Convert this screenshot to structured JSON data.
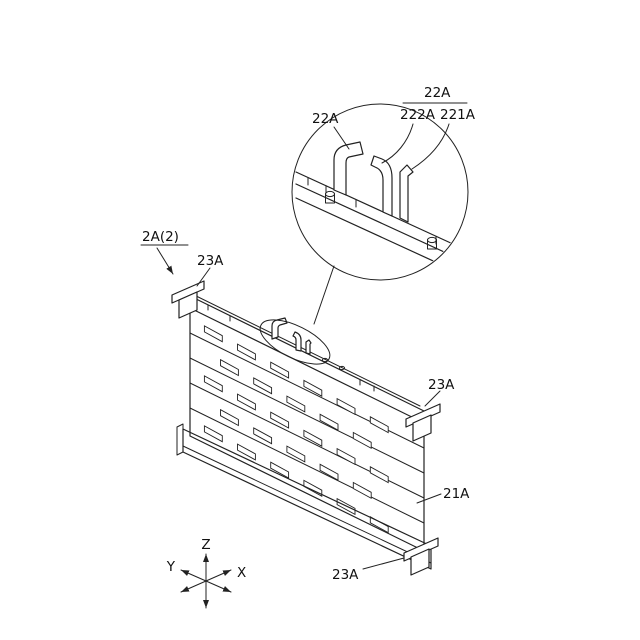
{
  "figure": {
    "labels": {
      "assembly": "2A(2)",
      "end_plate": "23A",
      "clip_unit": "22A",
      "clip_left": "222A",
      "clip_right": "221A",
      "case_body": "21A"
    },
    "axes": {
      "x": "X",
      "y": "Y",
      "z": "Z"
    }
  }
}
